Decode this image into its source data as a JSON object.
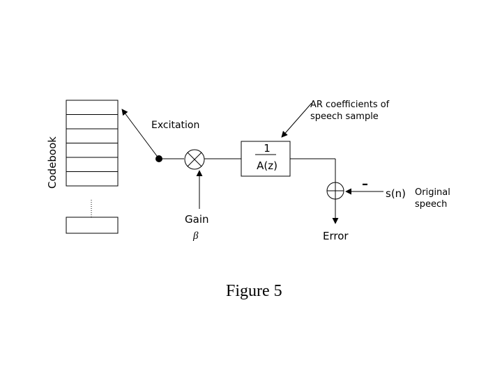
{
  "labels": {
    "codebook": "Codebook",
    "excitation": "Excitation",
    "ar_line1": "AR coefficients of",
    "ar_line2": "speech sample",
    "filter_numerator": "1",
    "filter_denominator": "A(z)",
    "gain": "Gain",
    "beta": "β",
    "minus": "–",
    "signal": "s(n)",
    "original_line1": "Original",
    "original_line2": "speech",
    "error": "Error",
    "caption": "Figure 5"
  },
  "codebook": {
    "visible_entries": 6,
    "separated_entries": 1
  }
}
